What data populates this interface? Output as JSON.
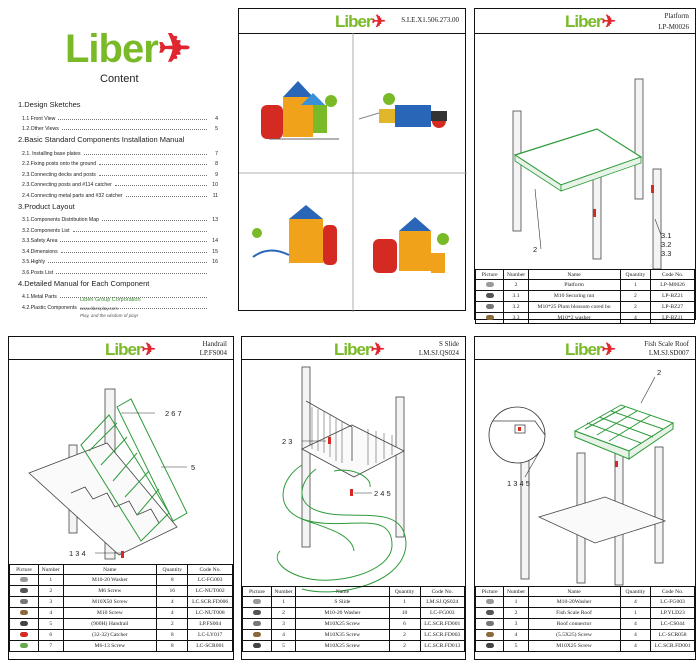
{
  "content_page": {
    "logo": "Liber",
    "title": "Content",
    "sections": [
      {
        "title": "1.Design Sketches",
        "items": [
          {
            "label": "1.1 Front View",
            "page": "4"
          },
          {
            "label": "1.2.Other Views",
            "page": "5"
          }
        ]
      },
      {
        "title": "2.Basic Standard Components Installation Manual",
        "items": [
          {
            "label": "2.1. Installing base plates",
            "page": "7"
          },
          {
            "label": "2.2.Fixing posts onto the ground",
            "page": "8"
          },
          {
            "label": "2.3.Connecting decks and posts",
            "page": "9"
          },
          {
            "label": "2.3.Connecting posts and #114 catcher",
            "page": "10"
          },
          {
            "label": "2.4.Connecting metal parts and #32 catcher",
            "page": "11"
          }
        ]
      },
      {
        "title": "3.Product Layout",
        "items": [
          {
            "label": "3.1.Components Distribution Map",
            "page": "13"
          },
          {
            "label": "3.2.Components List",
            "page": ""
          },
          {
            "label": "3.3.Safety Area",
            "page": "14"
          },
          {
            "label": "3.4.Dimensions",
            "page": "15"
          },
          {
            "label": "3.5.Highly",
            "page": "16"
          },
          {
            "label": "3.6.Posts List",
            "page": ""
          }
        ]
      },
      {
        "title": "4.Detailed Manual for Each Component",
        "items": [
          {
            "label": "4.1.Metal Parts",
            "page": ""
          },
          {
            "label": "4.2.Plastic Components",
            "page": ""
          }
        ]
      }
    ],
    "corp_name": "Liben Group Corporation",
    "corp_url": "www.libenplay.com",
    "corp_slogan": "Play, and the wisdom of play!"
  },
  "sketch_page": {
    "logo": "Liber",
    "code": "S.LE.X1.506.273.00"
  },
  "platform_page": {
    "logo": "Liber",
    "title": "Platform",
    "code": "LP-M0026",
    "labels": [
      "2",
      "3.1",
      "3.2",
      "3.3"
    ],
    "table": {
      "headers": [
        "Picture",
        "Number",
        "Name",
        "Quantity",
        "Code No."
      ],
      "rows": [
        [
          "2",
          "Platform",
          "1",
          "LP-M0026"
        ],
        [
          "3.1",
          "M10 Securing nut",
          "2",
          "LP-BZ21"
        ],
        [
          "3.2",
          "M10*25  Plum blossom cored bo",
          "2",
          "LP-BZ27"
        ],
        [
          "3.3",
          "M10*2 washer",
          "4",
          "LP-BZ11"
        ]
      ]
    }
  },
  "handrail_page": {
    "logo": "Liber",
    "title": "Handrail",
    "code": "LP.FS004",
    "labels": [
      "2 6 7",
      "5",
      "1 3 4"
    ],
    "table": {
      "headers": [
        "Picture",
        "Number",
        "Name",
        "Quantity",
        "Code No."
      ],
      "rows": [
        [
          "1",
          "M10-20 Washer",
          "8",
          "LC-FG003"
        ],
        [
          "2",
          "M6 Screw",
          "16",
          "LC-NUT002"
        ],
        [
          "3",
          "M10X50 Screw",
          "4",
          "LC.SCR.FD006"
        ],
        [
          "4",
          "M10 Screw",
          "4",
          "LC-NUT008"
        ],
        [
          "5",
          "(900H) Handrail",
          "2",
          "LP.FS004"
        ],
        [
          "6",
          "(32-32) Catcher",
          "8",
          "LC-LY017"
        ],
        [
          "7",
          "M6-13 Screw",
          "8",
          "LC-SCR001"
        ]
      ]
    }
  },
  "slide_page": {
    "logo": "Liber",
    "title": "S Slide",
    "code": "LM.SJ.QS024",
    "labels": [
      "2 3",
      "2 4 5"
    ],
    "table": {
      "headers": [
        "Picture",
        "Number",
        "Name",
        "Quantity",
        "Code No."
      ],
      "rows": [
        [
          "1",
          "S Slide",
          "1",
          "LM.SJ.QS024"
        ],
        [
          "2",
          "M10-20 Washer",
          "10",
          "LC-FG003"
        ],
        [
          "3",
          "M10X25 Screw",
          "6",
          "LC.SCR.FD001"
        ],
        [
          "4",
          "M10X35 Screw",
          "2",
          "LC.SCR.FD003"
        ],
        [
          "5",
          "M10X25 Screw",
          "2",
          "LC.SCR.FD013"
        ]
      ]
    }
  },
  "roof_page": {
    "logo": "Liber",
    "title": "Fish Scale Roof",
    "code": "LM.SJ.SD007",
    "labels": [
      "2",
      "1 3 4 5"
    ],
    "table": {
      "headers": [
        "Picture",
        "Number",
        "Name",
        "Quantity",
        "Code No."
      ],
      "rows": [
        [
          "1",
          "M10-20Washer",
          "4",
          "LC-FG003"
        ],
        [
          "2",
          "Fish Scale Roof",
          "1",
          "LP.YLD23"
        ],
        [
          "3",
          "Roof connector",
          "4",
          "LC-CS044"
        ],
        [
          "4",
          "(5.5X25) Screw",
          "4",
          "LC-SCR058"
        ],
        [
          "5",
          "M10X25 Screw",
          "4",
          "LC.SCR.FD001"
        ]
      ]
    }
  },
  "colors": {
    "brand_green": "#7ab928",
    "brand_red": "#e0262e",
    "drawing_green": "#2e9b3a"
  }
}
